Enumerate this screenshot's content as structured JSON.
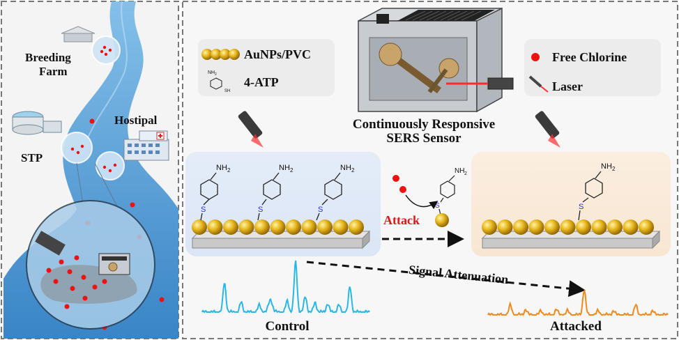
{
  "left_panel": {
    "breeding_farm_line1": "Breeding",
    "breeding_farm_line2": "Farm",
    "hospital": "Hostipal",
    "stp": "STP"
  },
  "legend_left": {
    "aunps": "AuNPs/PVC",
    "atp": "4-ATP",
    "nh2_small": "NH",
    "nh2_small_sub": "2",
    "sh_small": "SH"
  },
  "legend_right": {
    "free_chlorine": "Free Chlorine",
    "laser": "Laser"
  },
  "sensor": {
    "line1": "Continuously Responsive",
    "line2": "SERS Sensor"
  },
  "molecule": {
    "nh2": "NH",
    "nh2_sub": "2",
    "s": "S"
  },
  "attack": "Attack",
  "signal_attenuation": "Signal Attenuation",
  "control": "Control",
  "attacked": "Attacked",
  "colors": {
    "water": "#5aa0d8",
    "gold": "#e0b21c",
    "control_spectrum": "#29b7e6",
    "attacked_spectrum": "#f08a1c",
    "attack_text": "#e0161a",
    "sulfur": "#2a2ad8"
  }
}
